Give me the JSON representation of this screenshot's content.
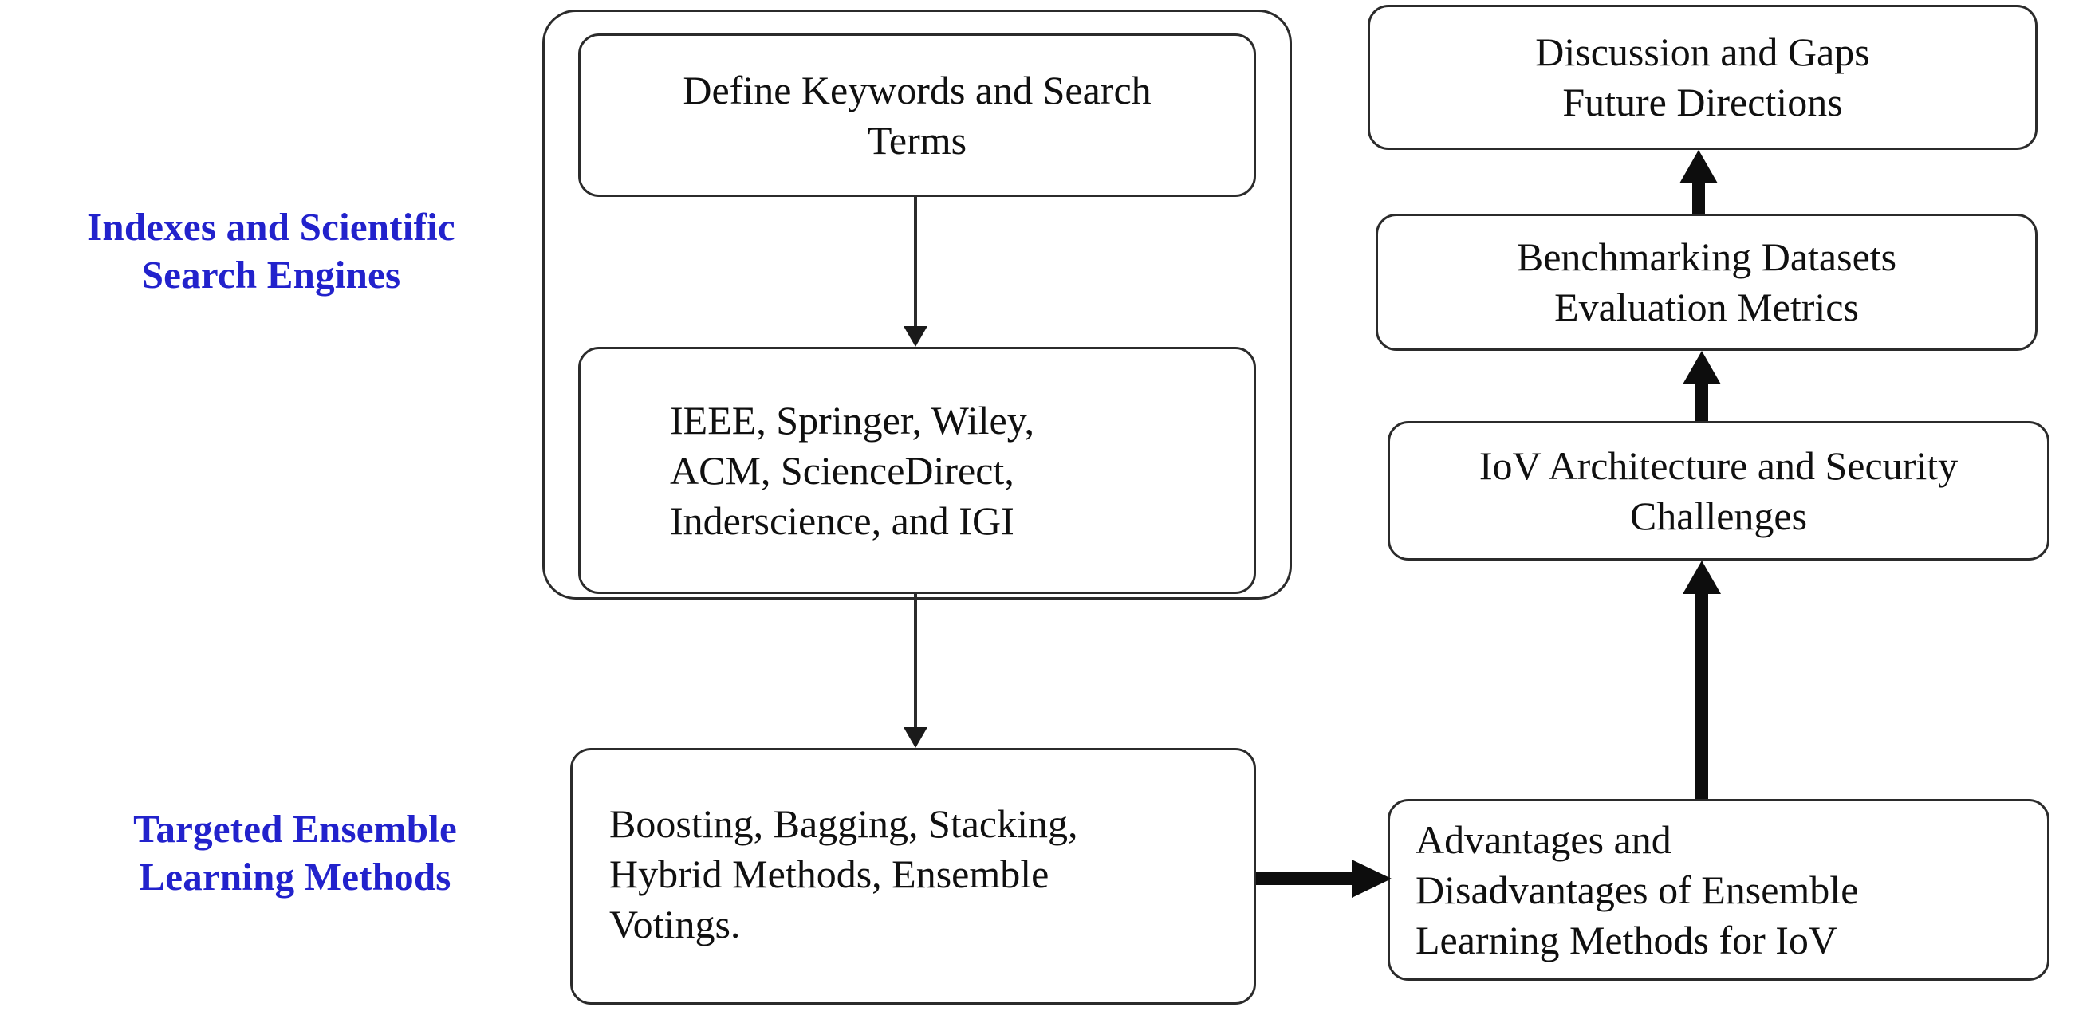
{
  "diagram": {
    "title": "Systematic review methodology flow for ensemble learning in IoV",
    "colors": {
      "label_blue": "#2222cc",
      "box_border": "#2b2b2b",
      "box_fill": "#ffffff",
      "text": "#101010",
      "arrow": "#0d0d0d"
    }
  },
  "side_labels": [
    {
      "id": "indexes",
      "text": "Indexes and Scientific\nSearch Engines"
    },
    {
      "id": "targeted",
      "text": "Targeted Ensemble\nLearning Methods"
    }
  ],
  "left_column": {
    "group_label": "search-sources-group",
    "nodes": [
      {
        "id": "keywords",
        "text": "Define Keywords and Search\nTerms",
        "align": "center"
      },
      {
        "id": "databases",
        "text": "IEEE, Springer, Wiley,\nACM, ScienceDirect,\nInderscience, and IGI",
        "align": "left"
      },
      {
        "id": "methods",
        "text": "Boosting, Bagging, Stacking,\nHybrid Methods, Ensemble\nVotings.",
        "align": "left"
      }
    ]
  },
  "right_column": {
    "nodes": [
      {
        "id": "discussion",
        "text": "Discussion and Gaps\nFuture Directions",
        "align": "center"
      },
      {
        "id": "benchmark",
        "text": "Benchmarking Datasets\nEvaluation Metrics",
        "align": "center"
      },
      {
        "id": "iov",
        "text": "IoV Architecture and Security\nChallenges",
        "align": "center"
      },
      {
        "id": "advantages",
        "text": "Advantages and\nDisadvantages of Ensemble\nLearning Methods for IoV",
        "align": "left"
      }
    ]
  },
  "connectors": [
    {
      "id": "keywords-to-databases",
      "from": "keywords",
      "to": "databases",
      "direction": "down",
      "style": "thin"
    },
    {
      "id": "databases-to-methods",
      "from": "databases",
      "to": "methods",
      "direction": "down",
      "style": "thin"
    },
    {
      "id": "methods-to-advantages",
      "from": "methods",
      "to": "advantages",
      "direction": "right",
      "style": "thick"
    },
    {
      "id": "advantages-to-iov",
      "from": "advantages",
      "to": "iov",
      "direction": "up",
      "style": "thick"
    },
    {
      "id": "iov-to-benchmark",
      "from": "iov",
      "to": "benchmark",
      "direction": "up",
      "style": "thick"
    },
    {
      "id": "benchmark-to-discussion",
      "from": "benchmark",
      "to": "discussion",
      "direction": "up",
      "style": "thick"
    }
  ]
}
